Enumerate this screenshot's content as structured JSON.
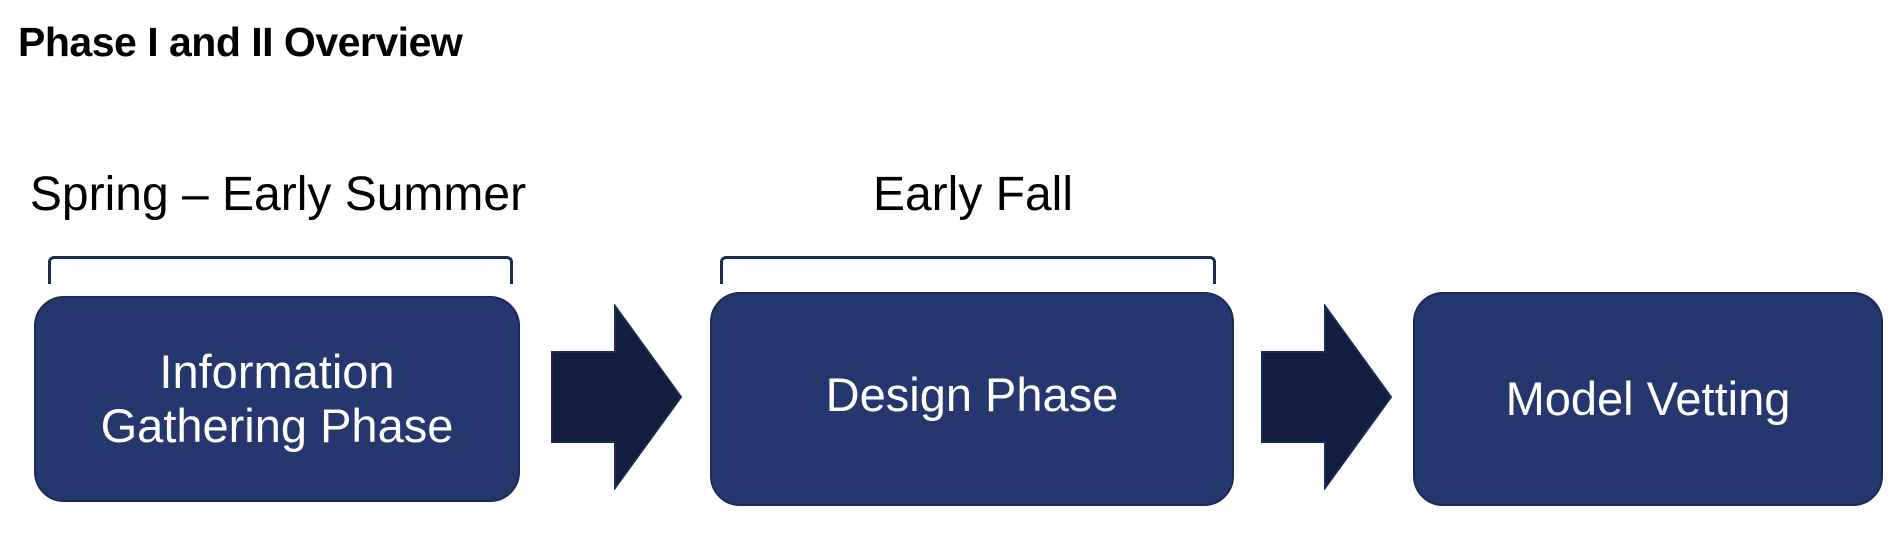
{
  "title": "Phase I and II Overview",
  "timeline": {
    "label_1": "Spring – Early Summer",
    "label_2": "Early Fall"
  },
  "phases": [
    {
      "line1": "Information",
      "line2": "Gathering Phase"
    },
    {
      "label": "Design Phase"
    },
    {
      "label": "Model Vetting"
    }
  ],
  "colors": {
    "box_fill": "#24386f",
    "arrow_fill": "#111e3e",
    "bracket": "#1b2b52"
  },
  "icons": {
    "arrow_1": "right-arrow-icon",
    "arrow_2": "right-arrow-icon"
  }
}
